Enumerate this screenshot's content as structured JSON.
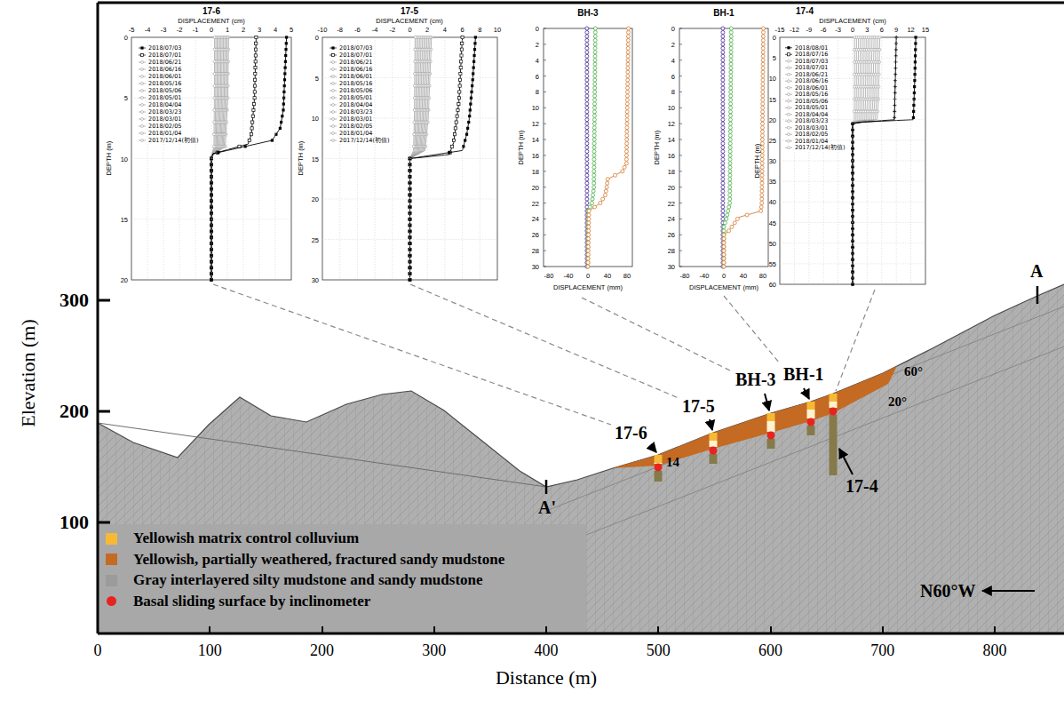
{
  "diagram": {
    "nodes": [
      {
        "text": [
          "17-6",
          "DISPLACEMENT (cm)",
          "DEPTH (m)"
        ]
      },
      {
        "text": [
          "17-5",
          "DISPLACEMENT (cm)",
          "DEPTH (m)"
        ]
      },
      {
        "text": [
          "BH-3",
          "DISPLACEMENT (mm)",
          "DEPTH (m)"
        ]
      },
      {
        "text": [
          "BH-1",
          "DISPLACEMENT (mm)",
          "DEPTH (m)"
        ]
      },
      {
        "text": [
          "17-4",
          "DISPLACEMENT (cm)",
          "DEPTH (m)"
        ]
      }
    ],
    "labels": [
      "-5",
      "-4",
      "-3",
      "-2",
      "-1",
      "0",
      "1",
      "2",
      "3",
      "4",
      "5",
      "0",
      "5",
      "10",
      "15",
      "20",
      "2018/07/03",
      "2018/07/01",
      "2018/06/21",
      "2018/06/16",
      "2018/06/01",
      "2018/05/16",
      "2018/05/06",
      "2018/05/01",
      "2018/04/04",
      "2018/03/23",
      "2018/03/01",
      "2018/02/05",
      "2018/01/04",
      "2017/12/14(初值)",
      "-10",
      "-8",
      "-6",
      "-4",
      "-2",
      "0",
      "2",
      "4",
      "6",
      "8",
      "10",
      "0",
      "5",
      "10",
      "15",
      "20",
      "25",
      "30",
      "2018/07/03",
      "2018/07/01",
      "2018/06/21",
      "2018/06/16",
      "2018/06/01",
      "2018/05/16",
      "2018/05/06",
      "2018/05/01",
      "2018/04/04",
      "2018/03/23",
      "2018/03/01",
      "2018/02/05",
      "2018/01/04",
      "2017/12/14(初值)",
      "0",
      "2",
      "4",
      "6",
      "8",
      "10",
      "12",
      "14",
      "16",
      "18",
      "20",
      "22",
      "24",
      "26",
      "28",
      "30",
      "-80",
      "-40",
      "0",
      "40",
      "80",
      "0",
      "2",
      "4",
      "6",
      "8",
      "10",
      "12",
      "14",
      "16",
      "18",
      "20",
      "22",
      "24",
      "26",
      "28",
      "30",
      "-80",
      "-40",
      "0",
      "40",
      "80",
      "-15",
      "-12",
      "-9",
      "-6",
      "-3",
      "0",
      "3",
      "6",
      "9",
      "12",
      "15",
      "0",
      "5",
      "10",
      "15",
      "20",
      "25",
      "30",
      "35",
      "40",
      "45",
      "50",
      "55",
      "60",
      "2018/08/01",
      "2018/07/16",
      "2018/07/03",
      "2018/07/01",
      "2018/06/21",
      "2018/06/16",
      "2018/06/01",
      "2018/05/16",
      "2018/05/06",
      "2018/05/01",
      "2018/04/04",
      "2018/03/23",
      "2018/03/01",
      "2018/02/05",
      "2018/01/04",
      "2017/12/14(初值)",
      "17-6",
      "17-5",
      "BH-3",
      "BH-1",
      "17-4",
      "A",
      "A'",
      "14",
      "60°",
      "20°",
      "N60°W",
      "300",
      "200",
      "100",
      "Elevation (m)",
      "0",
      "100",
      "200",
      "300",
      "400",
      "500",
      "600",
      "700",
      "800",
      "Distance (m)"
    ],
    "legend": [
      {
        "text": "Yellowish matrix control colluvium",
        "color": "#f6b935"
      },
      {
        "text": "Yellowish, partially weathered, fractured sandy mudstone",
        "color": "#c46a22"
      },
      {
        "text": "Gray interlayered silty mudstone and sandy mudstone",
        "color": "#9b9b9b"
      },
      {
        "text": "Basal sliding surface by inclinometer"
      }
    ]
  }
}
